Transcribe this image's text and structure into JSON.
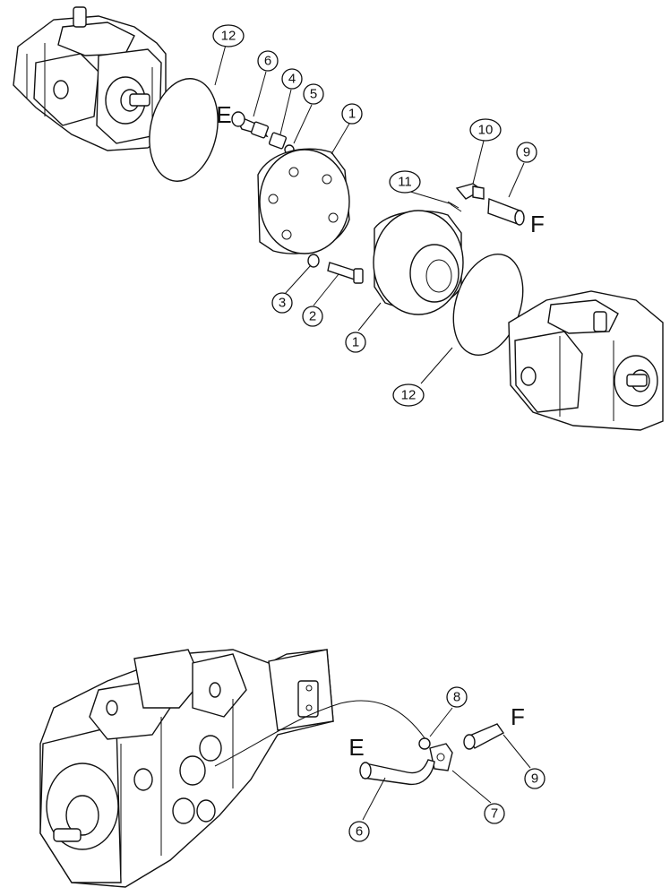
{
  "callouts": {
    "c12a": "12",
    "c6a": "6",
    "c4": "4",
    "c5": "5",
    "c1a": "1",
    "c10": "10",
    "c9a": "9",
    "c11": "11",
    "c3": "3",
    "c2": "2",
    "c1b": "1",
    "c12b": "12",
    "c8": "8",
    "c6b": "6",
    "c7": "7",
    "c9b": "9"
  },
  "letters": {
    "e_top": "E",
    "f_top": "F",
    "e_bottom": "E",
    "f_bottom": "F"
  }
}
